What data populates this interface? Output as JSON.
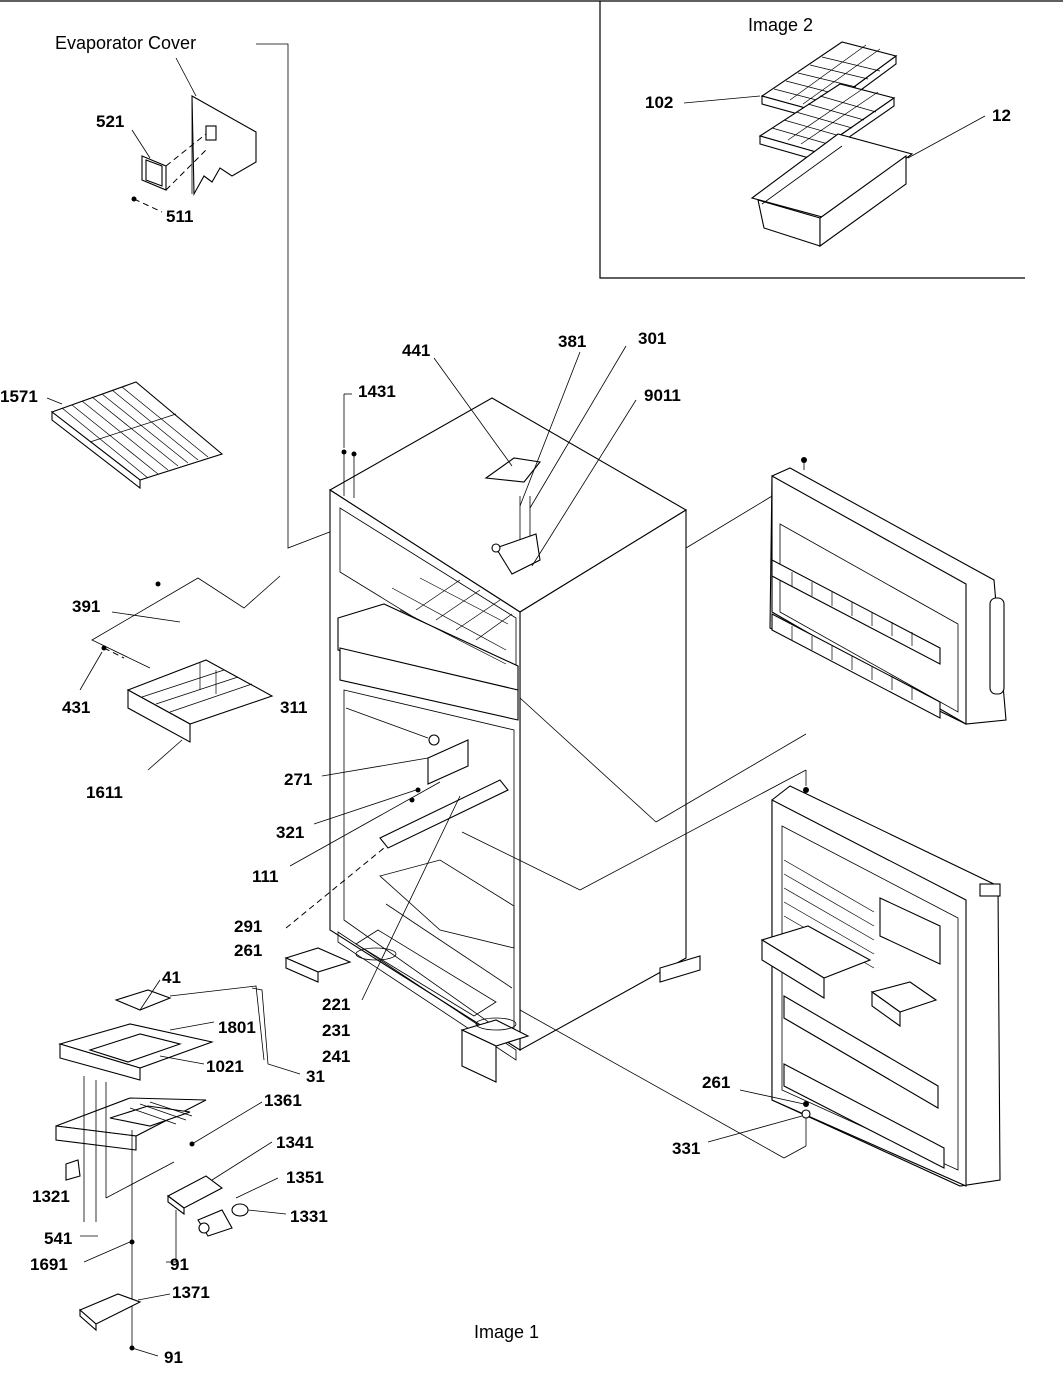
{
  "captions": {
    "image1": "Image 1",
    "image2": "Image 2",
    "evaporator_cover": "Evaporator Cover"
  },
  "callouts": {
    "p521": "521",
    "p511": "511",
    "p1571": "1571",
    "p1431": "1431",
    "p441": "441",
    "p381": "381",
    "p301": "301",
    "p9011": "9011",
    "p391": "391",
    "p431": "431",
    "p1611": "1611",
    "p311": "311",
    "p271": "271",
    "p321": "321",
    "p111": "111",
    "p291": "291",
    "p261a": "261",
    "p221": "221",
    "p231": "231",
    "p241": "241",
    "p41": "41",
    "p1801": "1801",
    "p1021": "1021",
    "p31": "31",
    "p1361": "1361",
    "p1341": "1341",
    "p1351": "1351",
    "p1331": "1331",
    "p1321": "1321",
    "p541": "541",
    "p1691": "1691",
    "p91a": "91",
    "p1371": "1371",
    "p91b": "91",
    "p261b": "261",
    "p331": "331",
    "p102": "102",
    "p12": "12"
  }
}
